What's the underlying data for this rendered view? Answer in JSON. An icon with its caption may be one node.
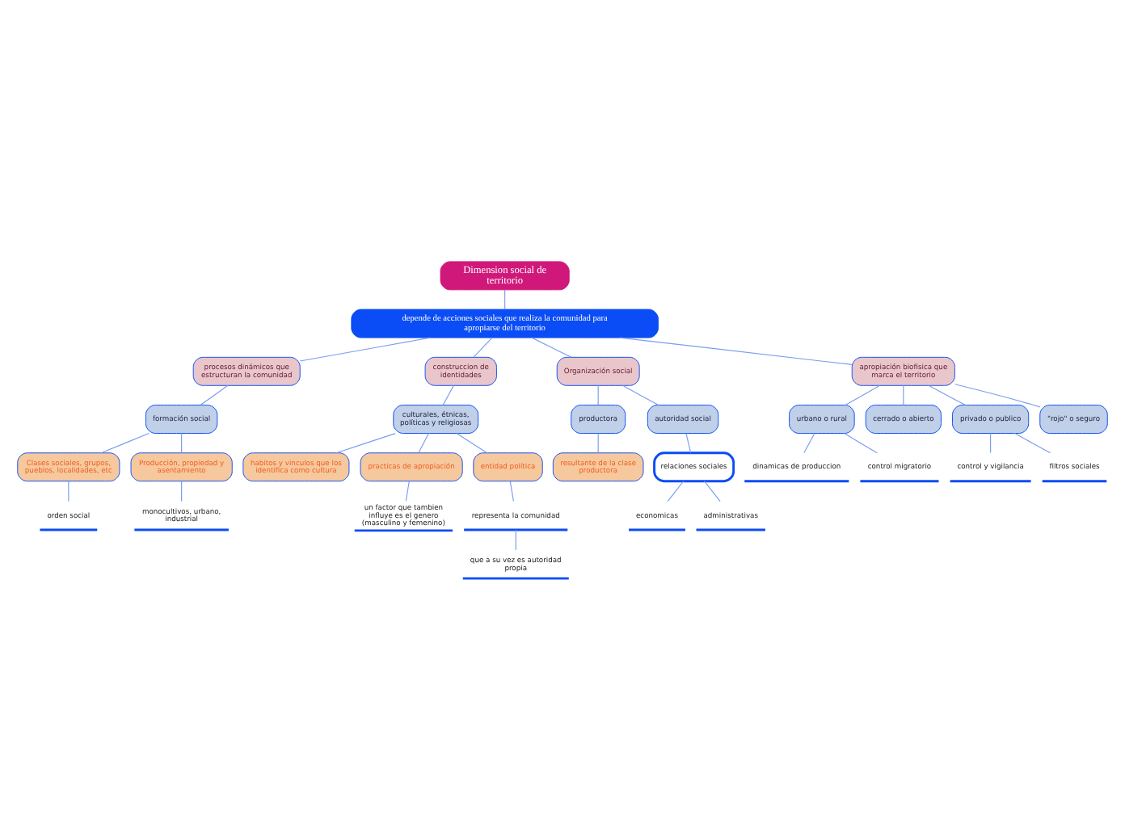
{
  "diagram": {
    "nodes": [
      {
        "text": [
          "Dimension social de territorio"
        ]
      },
      {
        "text": [
          "depende de acciones sociales que realiza la comunidad para apropiarse del territorio"
        ]
      },
      {
        "text": [
          "procesos dinámicos que estructuran la comunidad"
        ]
      },
      {
        "text": [
          "formación social"
        ]
      },
      {
        "text": [
          "Clases sociales, grupos, pueblos, localidades, etc"
        ]
      },
      {
        "text": [
          "Producción, propiedad y asentamiento"
        ]
      },
      {
        "text": [
          "orden social"
        ]
      },
      {
        "text": [
          "monocultivos, urbano, industrial"
        ]
      },
      {
        "text": [
          "construccion de identidades"
        ]
      },
      {
        "text": [
          "culturales, étnicas, políticas y religiosas"
        ]
      },
      {
        "text": [
          "habitos y vinculos que los identifica como cultura"
        ]
      },
      {
        "text": [
          "practicas de apropiación"
        ]
      },
      {
        "text": [
          "entidad política"
        ]
      },
      {
        "text": [
          "un factor que tambien influye es el genero (masculino y femenino)"
        ]
      },
      {
        "text": [
          "representa la comunidad"
        ]
      },
      {
        "text": [
          "que a su vez es autoridad propia"
        ]
      },
      {
        "text": [
          "Organización social"
        ]
      },
      {
        "text": [
          "productora"
        ]
      },
      {
        "text": [
          "autoridad social"
        ]
      },
      {
        "text": [
          "resultante de la clase productora"
        ]
      },
      {
        "text": [
          "relaciones sociales"
        ]
      },
      {
        "text": [
          "economicas"
        ]
      },
      {
        "text": [
          "administrativas"
        ]
      },
      {
        "text": [
          "apropiación biofisica que marca el territorio"
        ]
      },
      {
        "text": [
          "urbano o rural"
        ]
      },
      {
        "text": [
          "dinamicas de produccion"
        ]
      },
      {
        "text": [
          "control migratorio"
        ]
      },
      {
        "text": [
          "cerrado o abierto"
        ]
      },
      {
        "text": [
          "privado o publico"
        ]
      },
      {
        "text": [
          "control y vigilancia"
        ]
      },
      {
        "text": [
          "filtros sociales"
        ]
      },
      {
        "text": [
          "\"rojo\" o seguro"
        ]
      }
    ],
    "edges": [
      {
        "from": 0,
        "to": 1,
        "arrow": "none"
      },
      {
        "from": 1,
        "to": 2,
        "arrow": "none"
      },
      {
        "from": 2,
        "to": 3,
        "arrow": "none"
      },
      {
        "from": 3,
        "to": 4,
        "arrow": "none"
      },
      {
        "from": 3,
        "to": 5,
        "arrow": "none"
      },
      {
        "from": 4,
        "to": 6,
        "arrow": "none"
      },
      {
        "from": 5,
        "to": 7,
        "arrow": "none"
      },
      {
        "from": 1,
        "to": 8,
        "arrow": "none"
      },
      {
        "from": 8,
        "to": 9,
        "arrow": "none"
      },
      {
        "from": 9,
        "to": 10,
        "arrow": "none"
      },
      {
        "from": 9,
        "to": 11,
        "arrow": "none"
      },
      {
        "from": 9,
        "to": 12,
        "arrow": "none"
      },
      {
        "from": 11,
        "to": 13,
        "arrow": "none"
      },
      {
        "from": 12,
        "to": 14,
        "arrow": "none"
      },
      {
        "from": 14,
        "to": 15,
        "arrow": "none"
      },
      {
        "from": 1,
        "to": 16,
        "arrow": "none"
      },
      {
        "from": 16,
        "to": 17,
        "arrow": "none"
      },
      {
        "from": 16,
        "to": 18,
        "arrow": "none"
      },
      {
        "from": 17,
        "to": 19,
        "arrow": "none"
      },
      {
        "from": 18,
        "to": 20,
        "arrow": "none"
      },
      {
        "from": 20,
        "to": 21,
        "arrow": "none"
      },
      {
        "from": 20,
        "to": 22,
        "arrow": "none"
      },
      {
        "from": 1,
        "to": 23,
        "arrow": "none"
      },
      {
        "from": 23,
        "to": 24,
        "arrow": "none"
      },
      {
        "from": 24,
        "to": 25,
        "arrow": "none"
      },
      {
        "from": 24,
        "to": 26,
        "arrow": "none"
      },
      {
        "from": 23,
        "to": 27,
        "arrow": "none"
      },
      {
        "from": 23,
        "to": 28,
        "arrow": "none"
      },
      {
        "from": 28,
        "to": 29,
        "arrow": "none"
      },
      {
        "from": 28,
        "to": 30,
        "arrow": "none"
      },
      {
        "from": 23,
        "to": 31,
        "arrow": "none"
      }
    ]
  }
}
